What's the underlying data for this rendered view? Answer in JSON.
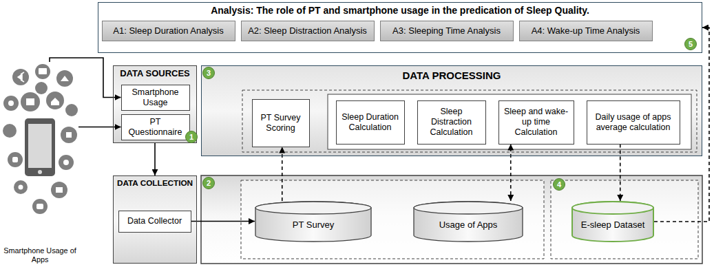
{
  "diagram": {
    "nodes": [
      {
        "text": [
          "Analysis: The role of PT and smartphone usage in the predication of Sleep Quality."
        ]
      },
      {
        "text": [
          "A1: Sleep Duration Analysis"
        ],
        "in": 0
      },
      {
        "text": [
          "A2: Sleep Distraction Analysis"
        ],
        "in": 0
      },
      {
        "text": [
          "A3: Sleeping Time Analysis"
        ],
        "in": 0
      },
      {
        "text": [
          "A4: Wake-up Time Analysis"
        ],
        "in": 0
      },
      {
        "text": [
          "Smartphone Usage of Apps"
        ]
      },
      {
        "text": [
          "DATA SOURCES"
        ]
      },
      {
        "text": [
          "Smartphone Usage"
        ],
        "in": 6
      },
      {
        "text": [
          "PT Questionnaire"
        ],
        "in": 6
      },
      {
        "text": [
          "DATA PROCESSING"
        ]
      },
      {
        "text": [
          "PT Survey Scoring"
        ],
        "in": 9
      },
      {
        "text": [
          "Sleep Duration Calculation"
        ],
        "in": 9
      },
      {
        "text": [
          "Sleep Distraction Calculation"
        ],
        "in": 9
      },
      {
        "text": [
          "Sleep and wake-up time Calculation"
        ],
        "in": 9
      },
      {
        "text": [
          "Daily usage of apps average calculation"
        ],
        "in": 9
      },
      {
        "text": [
          "DATA COLLECTION"
        ]
      },
      {
        "text": [
          "Data Collector"
        ],
        "in": 15
      },
      {
        "text": [
          "PT Survey"
        ]
      },
      {
        "text": [
          "Usage of Apps"
        ]
      },
      {
        "text": [
          "E-sleep Dataset"
        ]
      }
    ],
    "edges": [
      {
        "from": 5,
        "to": 7,
        "arrow": "to"
      },
      {
        "from": 5,
        "to": 8,
        "arrow": "to"
      },
      {
        "from": 6,
        "to": 15,
        "arrow": "to"
      },
      {
        "from": 16,
        "to": 17,
        "arrow": "to"
      },
      {
        "from": 17,
        "to": 10,
        "arrow": "to"
      },
      {
        "from": 18,
        "to": 13,
        "arrow": "both"
      },
      {
        "from": 14,
        "to": 19,
        "arrow": "to"
      },
      {
        "from": 19,
        "to": 0,
        "arrow": "to"
      }
    ],
    "labels": [
      "5",
      "3",
      "1",
      "2",
      "4"
    ]
  }
}
